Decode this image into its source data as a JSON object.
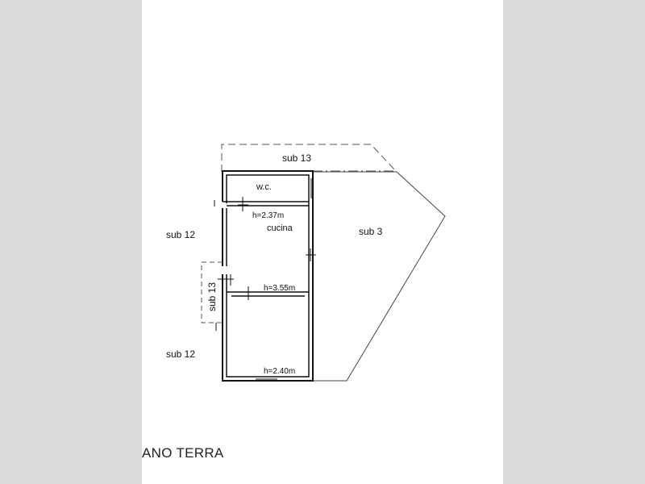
{
  "labels": {
    "sub13_top": "sub 13",
    "wc": "w.c.",
    "h_wc": "h=2.37m",
    "cucina": "cucina",
    "sub3": "sub 3",
    "sub12_upper": "sub 12",
    "sub13_side": "sub 13",
    "h_middle": "h=3.55m",
    "sub12_lower": "sub 12",
    "h_bottom": "h=2.40m"
  },
  "caption": "ANO TERRA"
}
